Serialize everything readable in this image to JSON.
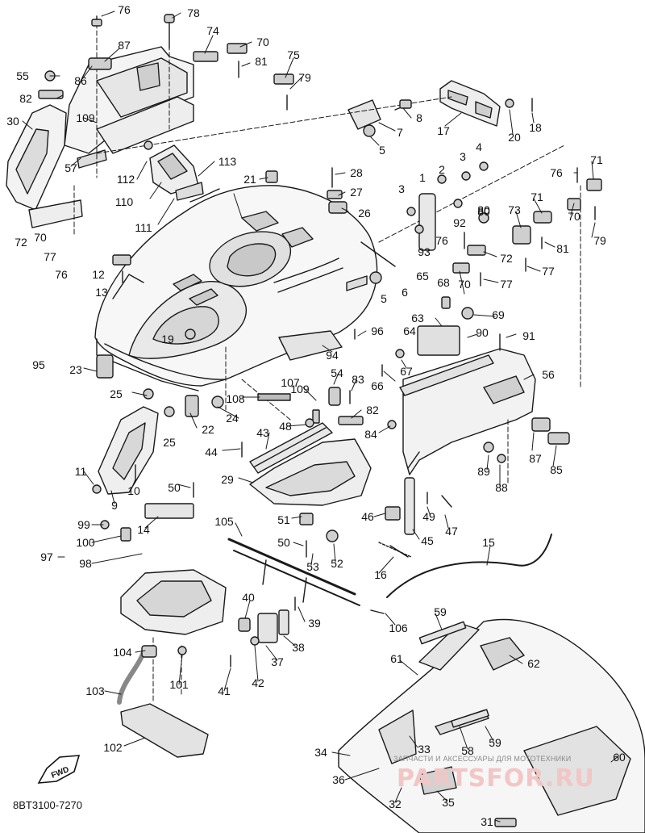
{
  "diagram_code": "8BT3100-7270",
  "fwd_label": "FWD",
  "watermark": {
    "caption": "ЗАПЧАСТИ И АКСЕССУАРЫ ДЛЯ МОТОТЕХНИКИ",
    "site": "PARTSFOR.RU"
  },
  "callouts": [
    {
      "id": "c76a",
      "text": "76"
    },
    {
      "id": "c78",
      "text": "78"
    },
    {
      "id": "c74",
      "text": "74"
    },
    {
      "id": "c70a",
      "text": "70"
    },
    {
      "id": "c87a",
      "text": "87"
    },
    {
      "id": "c81a",
      "text": "81"
    },
    {
      "id": "c75",
      "text": "75"
    },
    {
      "id": "c55",
      "text": "55"
    },
    {
      "id": "c86",
      "text": "86"
    },
    {
      "id": "c79a",
      "text": "79"
    },
    {
      "id": "c82a",
      "text": "82"
    },
    {
      "id": "c109a",
      "text": "109"
    },
    {
      "id": "c30",
      "text": "30"
    },
    {
      "id": "c57",
      "text": "57"
    },
    {
      "id": "c8",
      "text": "8"
    },
    {
      "id": "c7",
      "text": "7"
    },
    {
      "id": "c5a",
      "text": "5"
    },
    {
      "id": "c17",
      "text": "17"
    },
    {
      "id": "c20",
      "text": "20"
    },
    {
      "id": "c18",
      "text": "18"
    },
    {
      "id": "c112",
      "text": "112"
    },
    {
      "id": "c113",
      "text": "113"
    },
    {
      "id": "c110",
      "text": "110"
    },
    {
      "id": "c111",
      "text": "111"
    },
    {
      "id": "c21",
      "text": "21"
    },
    {
      "id": "c28",
      "text": "28"
    },
    {
      "id": "c27",
      "text": "27"
    },
    {
      "id": "c26",
      "text": "26"
    },
    {
      "id": "c3a",
      "text": "3"
    },
    {
      "id": "c4",
      "text": "4"
    },
    {
      "id": "c2",
      "text": "2"
    },
    {
      "id": "c1",
      "text": "1"
    },
    {
      "id": "c3b",
      "text": "3"
    },
    {
      "id": "c76b",
      "text": "76"
    },
    {
      "id": "c71a",
      "text": "71"
    },
    {
      "id": "c80a",
      "text": "80"
    },
    {
      "id": "c72a",
      "text": "72"
    },
    {
      "id": "c70b",
      "text": "70"
    },
    {
      "id": "c77a",
      "text": "77"
    },
    {
      "id": "c76c",
      "text": "76"
    },
    {
      "id": "c92",
      "text": "92"
    },
    {
      "id": "c80b",
      "text": "80"
    },
    {
      "id": "c71b",
      "text": "71"
    },
    {
      "id": "c73",
      "text": "73"
    },
    {
      "id": "c70c",
      "text": "70"
    },
    {
      "id": "c79b",
      "text": "79"
    },
    {
      "id": "c93",
      "text": "93"
    },
    {
      "id": "c76d",
      "text": "76"
    },
    {
      "id": "c72b",
      "text": "72"
    },
    {
      "id": "c81b",
      "text": "81"
    },
    {
      "id": "c12",
      "text": "12"
    },
    {
      "id": "c13",
      "text": "13"
    },
    {
      "id": "c6",
      "text": "6"
    },
    {
      "id": "c65",
      "text": "65"
    },
    {
      "id": "c70d",
      "text": "70"
    },
    {
      "id": "c68",
      "text": "68"
    },
    {
      "id": "c77b",
      "text": "77"
    },
    {
      "id": "c77c",
      "text": "77"
    },
    {
      "id": "c5b",
      "text": "5"
    },
    {
      "id": "c63",
      "text": "63"
    },
    {
      "id": "c69",
      "text": "69"
    },
    {
      "id": "c64",
      "text": "64"
    },
    {
      "id": "c90",
      "text": "90"
    },
    {
      "id": "c91",
      "text": "91"
    },
    {
      "id": "c19",
      "text": "19"
    },
    {
      "id": "c96",
      "text": "96"
    },
    {
      "id": "c94",
      "text": "94"
    },
    {
      "id": "c66",
      "text": "66"
    },
    {
      "id": "c67",
      "text": "67"
    },
    {
      "id": "c56",
      "text": "56"
    },
    {
      "id": "c95",
      "text": "95"
    },
    {
      "id": "c23",
      "text": "23"
    },
    {
      "id": "c54",
      "text": "54"
    },
    {
      "id": "c83",
      "text": "83"
    },
    {
      "id": "c107",
      "text": "107"
    },
    {
      "id": "c25a",
      "text": "25"
    },
    {
      "id": "c108",
      "text": "108"
    },
    {
      "id": "c109b",
      "text": "109"
    },
    {
      "id": "c82b",
      "text": "82"
    },
    {
      "id": "c24",
      "text": "24"
    },
    {
      "id": "c22",
      "text": "22"
    },
    {
      "id": "c48",
      "text": "48"
    },
    {
      "id": "c84",
      "text": "84"
    },
    {
      "id": "c25b",
      "text": "25"
    },
    {
      "id": "c43",
      "text": "43"
    },
    {
      "id": "c87b",
      "text": "87"
    },
    {
      "id": "c44",
      "text": "44"
    },
    {
      "id": "c85",
      "text": "85"
    },
    {
      "id": "c89",
      "text": "89"
    },
    {
      "id": "c88",
      "text": "88"
    },
    {
      "id": "c11",
      "text": "11"
    },
    {
      "id": "c10",
      "text": "10"
    },
    {
      "id": "c29",
      "text": "29"
    },
    {
      "id": "c9",
      "text": "9"
    },
    {
      "id": "c50a",
      "text": "50"
    },
    {
      "id": "c14",
      "text": "14"
    },
    {
      "id": "c46",
      "text": "46"
    },
    {
      "id": "c49",
      "text": "49"
    },
    {
      "id": "c47",
      "text": "47"
    },
    {
      "id": "c45",
      "text": "45"
    },
    {
      "id": "c51",
      "text": "51"
    },
    {
      "id": "c99",
      "text": "99"
    },
    {
      "id": "c105",
      "text": "105"
    },
    {
      "id": "c100",
      "text": "100"
    },
    {
      "id": "c50b",
      "text": "50"
    },
    {
      "id": "c97",
      "text": "97"
    },
    {
      "id": "c98",
      "text": "98"
    },
    {
      "id": "c53",
      "text": "53"
    },
    {
      "id": "c52",
      "text": "52"
    },
    {
      "id": "c15",
      "text": "15"
    },
    {
      "id": "c16",
      "text": "16"
    },
    {
      "id": "c40",
      "text": "40"
    },
    {
      "id": "c39",
      "text": "39"
    },
    {
      "id": "c106",
      "text": "106"
    },
    {
      "id": "c59a",
      "text": "59"
    },
    {
      "id": "c104",
      "text": "104"
    },
    {
      "id": "c38",
      "text": "38"
    },
    {
      "id": "c37",
      "text": "37"
    },
    {
      "id": "c61",
      "text": "61"
    },
    {
      "id": "c62",
      "text": "62"
    },
    {
      "id": "c41",
      "text": "41"
    },
    {
      "id": "c42",
      "text": "42"
    },
    {
      "id": "c101",
      "text": "101"
    },
    {
      "id": "c103",
      "text": "103"
    },
    {
      "id": "c58",
      "text": "58"
    },
    {
      "id": "c59b",
      "text": "59"
    },
    {
      "id": "c102",
      "text": "102"
    },
    {
      "id": "c34",
      "text": "34"
    },
    {
      "id": "c33",
      "text": "33"
    },
    {
      "id": "c36",
      "text": "36"
    },
    {
      "id": "c60",
      "text": "60"
    },
    {
      "id": "c35",
      "text": "35"
    },
    {
      "id": "c32",
      "text": "32"
    },
    {
      "id": "c31",
      "text": "31"
    }
  ]
}
